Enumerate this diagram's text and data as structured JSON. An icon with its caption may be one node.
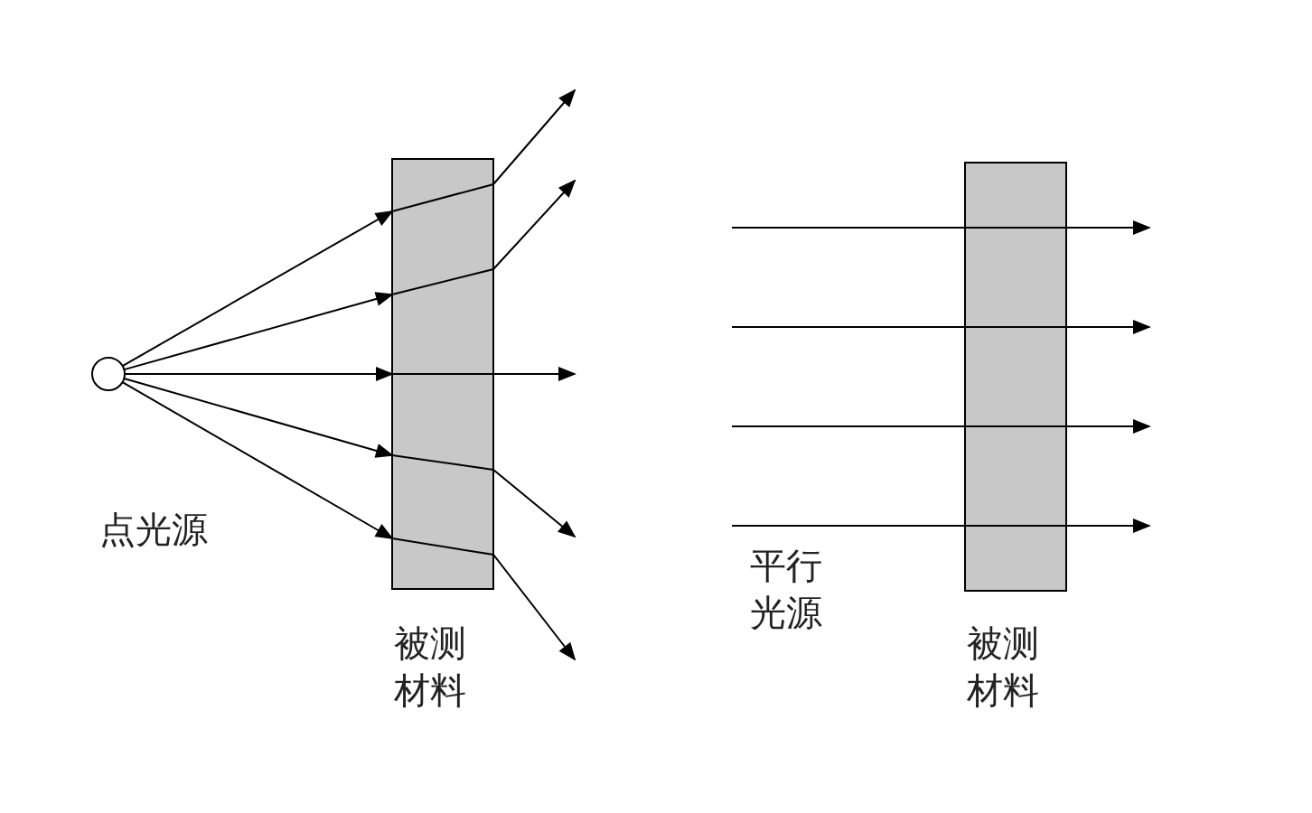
{
  "diagram": {
    "nodes": [
      {
        "text": [],
        "shape": "circle",
        "beside": [
          "点光源"
        ]
      },
      {
        "text": [
          "被测材料"
        ]
      },
      {
        "text": [
          "被测材料"
        ]
      }
    ],
    "edges": [
      {
        "from": 0,
        "to": 1,
        "arrow": "to"
      },
      {
        "from": 0,
        "to": 1,
        "arrow": "to"
      },
      {
        "from": 0,
        "to": 1,
        "arrow": "to"
      },
      {
        "from": 0,
        "to": 1,
        "arrow": "to"
      },
      {
        "from": 0,
        "to": 1,
        "arrow": "to"
      },
      {
        "from": 1,
        "to": null,
        "arrow": "to"
      },
      {
        "from": 1,
        "to": null,
        "arrow": "to"
      },
      {
        "from": 1,
        "to": null,
        "arrow": "to"
      },
      {
        "from": 1,
        "to": null,
        "arrow": "to"
      },
      {
        "from": 1,
        "to": null,
        "arrow": "to"
      },
      {
        "from": null,
        "to": 2,
        "arrow": "none"
      },
      {
        "from": null,
        "to": 2,
        "arrow": "none"
      },
      {
        "from": null,
        "to": 2,
        "arrow": "none"
      },
      {
        "from": null,
        "to": 2,
        "arrow": "none"
      },
      {
        "from": 2,
        "to": null,
        "arrow": "to"
      },
      {
        "from": 2,
        "to": null,
        "arrow": "to"
      },
      {
        "from": 2,
        "to": null,
        "arrow": "to"
      },
      {
        "from": 2,
        "to": null,
        "arrow": "to"
      }
    ],
    "labels": [
      "平行光源"
    ]
  }
}
